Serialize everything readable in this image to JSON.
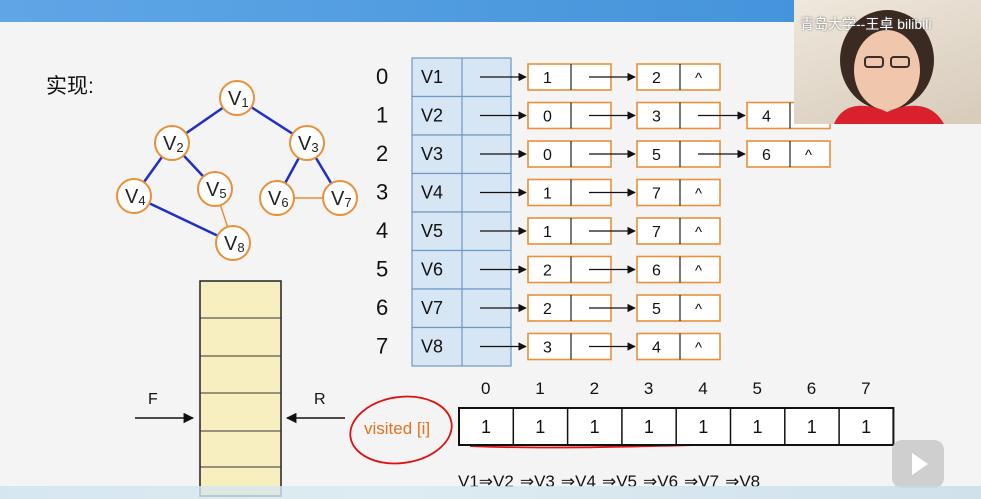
{
  "header": {
    "title": "实现:"
  },
  "tree": {
    "nodes": [
      {
        "id": "v1",
        "base": "V",
        "sub": "1"
      },
      {
        "id": "v2",
        "base": "V",
        "sub": "2"
      },
      {
        "id": "v3",
        "base": "V",
        "sub": "3"
      },
      {
        "id": "v4",
        "base": "V",
        "sub": "4"
      },
      {
        "id": "v5",
        "base": "V",
        "sub": "5"
      },
      {
        "id": "v6",
        "base": "V",
        "sub": "6"
      },
      {
        "id": "v7",
        "base": "V",
        "sub": "7"
      },
      {
        "id": "v8",
        "base": "V",
        "sub": "8"
      }
    ]
  },
  "adjacency": {
    "rows": [
      {
        "index": "0",
        "label": "V1",
        "nodes": [
          [
            "1",
            ""
          ],
          [
            "2",
            "^"
          ]
        ]
      },
      {
        "index": "1",
        "label": "V2",
        "nodes": [
          [
            "0",
            ""
          ],
          [
            "3",
            ""
          ],
          [
            "4",
            ""
          ]
        ]
      },
      {
        "index": "2",
        "label": "V3",
        "nodes": [
          [
            "0",
            ""
          ],
          [
            "5",
            ""
          ],
          [
            "6",
            "^"
          ]
        ]
      },
      {
        "index": "3",
        "label": "V4",
        "nodes": [
          [
            "1",
            ""
          ],
          [
            "7",
            "^"
          ]
        ]
      },
      {
        "index": "4",
        "label": "V5",
        "nodes": [
          [
            "1",
            ""
          ],
          [
            "7",
            "^"
          ]
        ]
      },
      {
        "index": "5",
        "label": "V6",
        "nodes": [
          [
            "2",
            ""
          ],
          [
            "6",
            "^"
          ]
        ]
      },
      {
        "index": "6",
        "label": "V7",
        "nodes": [
          [
            "2",
            ""
          ],
          [
            "5",
            "^"
          ]
        ]
      },
      {
        "index": "7",
        "label": "V8",
        "nodes": [
          [
            "3",
            ""
          ],
          [
            "4",
            "^"
          ]
        ]
      }
    ]
  },
  "queue": {
    "front_label": "F",
    "rear_label": "R"
  },
  "visited": {
    "label": "visited [i]",
    "indices": [
      "0",
      "1",
      "2",
      "3",
      "4",
      "5",
      "6",
      "7"
    ],
    "values": [
      "1",
      "1",
      "1",
      "1",
      "1",
      "1",
      "1",
      "1"
    ]
  },
  "traversal": {
    "items": [
      "V1",
      "V2",
      "V3",
      "V4",
      "V5",
      "V6",
      "V7",
      "V8"
    ],
    "arrow": "⇒"
  },
  "webcam": {
    "caption": "青岛大学--王卓 bilibili"
  },
  "colors": {
    "orange": "#e8903a",
    "blue": "#1f2fc8",
    "cellBlue": "#d6e6f4",
    "yellow": "#f7efc0"
  }
}
